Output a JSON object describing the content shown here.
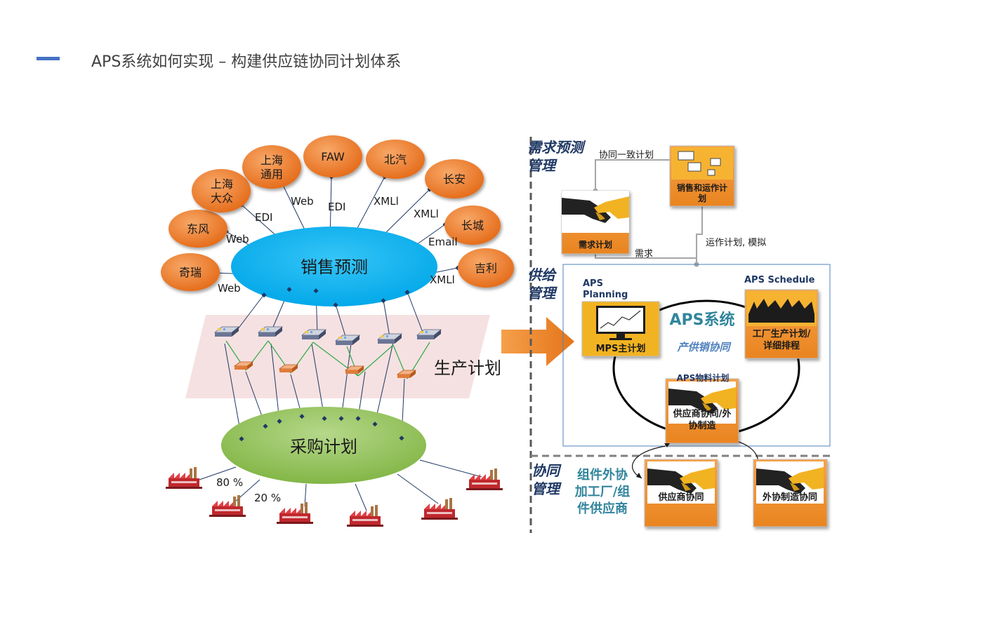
{
  "header": {
    "title": "APS系统如何实现 – 构建供应链协同计划体系"
  },
  "left": {
    "customers": [
      {
        "label": "奇瑞"
      },
      {
        "label": "东风"
      },
      {
        "label": "上海\n大众"
      },
      {
        "label": "上海\n通用"
      },
      {
        "label": "FAW"
      },
      {
        "label": "北汽"
      },
      {
        "label": "长安"
      },
      {
        "label": "长城"
      },
      {
        "label": "吉利"
      }
    ],
    "channels": [
      "Web",
      "Web",
      "EDI",
      "Web",
      "EDI",
      "XMLl",
      "XMLl",
      "Email",
      "XMLl"
    ],
    "sales_forecast": "销售预测",
    "production_plan": "生产计划",
    "purchase_plan": "采购计划",
    "pct_80": "80 %",
    "pct_20": "20 %"
  },
  "right": {
    "section_demand": "需求预测\n管理",
    "section_supply": "供给\n管理",
    "section_collab": "协同\n管理",
    "collab_consensus": "协同一致计划",
    "sop_box": "销售和运作计\n划",
    "demand_plan_box": "需求计划",
    "demand_label": "需求",
    "ops_label": "运作计划, 模拟",
    "aps_planning": "APS\nPlanning",
    "aps_schedule": "APS Schedule",
    "mps_box": "MPS主计划",
    "aps_system": "APS系统",
    "aps_sub": "产供销协同",
    "factory_box": "工厂生产计划/\n详细排程",
    "aps_material": "APS物料计划",
    "supplier_collab_box": "供应商协同/外\n协制造",
    "component_label": "组件外协\n加工厂/组\n件供应商",
    "supplier_box": "供应商协同",
    "outsource_box": "外协制造协同"
  },
  "colors": {
    "orange": "#ed7d31",
    "blue_ellipse": "#00b0f0",
    "green_ellipse": "#92c050",
    "arrow": "#f39b3a",
    "aps_text": "#31859c",
    "section_text": "#1f3864"
  }
}
